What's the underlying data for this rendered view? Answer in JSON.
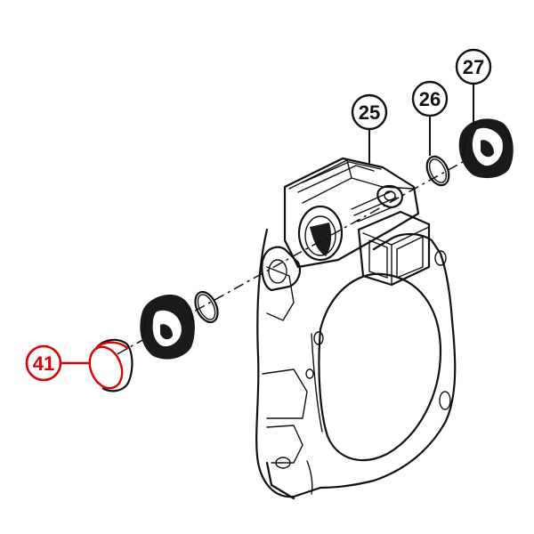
{
  "callouts": [
    {
      "id": "c25",
      "label": "25",
      "color": "#111111"
    },
    {
      "id": "c26",
      "label": "26",
      "color": "#111111"
    },
    {
      "id": "c27",
      "label": "27",
      "color": "#111111"
    },
    {
      "id": "c41",
      "label": "41",
      "color": "#e10000"
    }
  ],
  "colors": {
    "line": "#111111",
    "highlight": "#e10000",
    "dark_fill": "#1a1a1a",
    "background": "#ffffff"
  }
}
